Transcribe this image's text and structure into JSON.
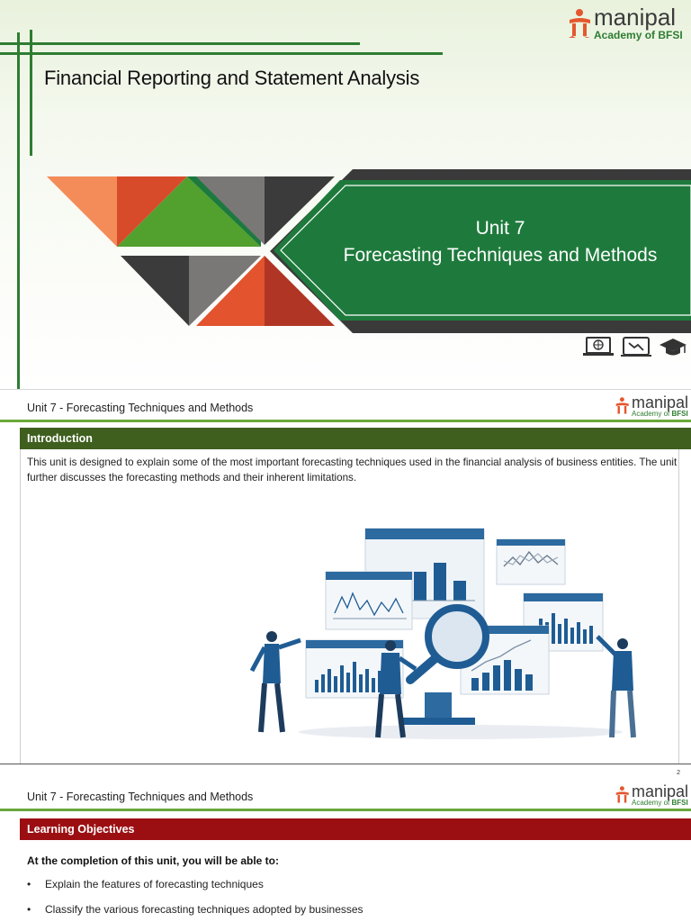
{
  "cover": {
    "course_title": "Financial Reporting and Statement Analysis",
    "unit_number": "Unit 7",
    "unit_title": "Forecasting Techniques and Methods",
    "icons": [
      "laptop-globe-icon",
      "tablet-chart-icon",
      "graduation-cap-icon"
    ]
  },
  "brand": {
    "name": "manipal",
    "sub_prefix": "Academy of ",
    "sub_bold": "BFSI"
  },
  "slide2": {
    "header": "Unit 7 - Forecasting Techniques and Methods",
    "section_title": "Introduction",
    "body": "This unit is designed to explain some of the most important forecasting techniques used in the financial analysis of business entities. The unit further discusses the forecasting methods and their inherent limitations."
  },
  "slide3": {
    "page_number": "2",
    "header": "Unit 7 - Forecasting Techniques and Methods",
    "section_title": "Learning Objectives",
    "lead": "At the completion of this unit, you will be able to:",
    "bullet_symbol": "•",
    "objectives": [
      "Explain the features of forecasting techniques",
      "Classify the various forecasting techniques adopted by businesses"
    ]
  },
  "colors": {
    "brand_green": "#2e7d32",
    "ribbon_green": "#1e7a3c",
    "intro_bar": "#3f5f1f",
    "objectives_bar": "#9b0f12",
    "logo_orange": "#e4572e"
  }
}
